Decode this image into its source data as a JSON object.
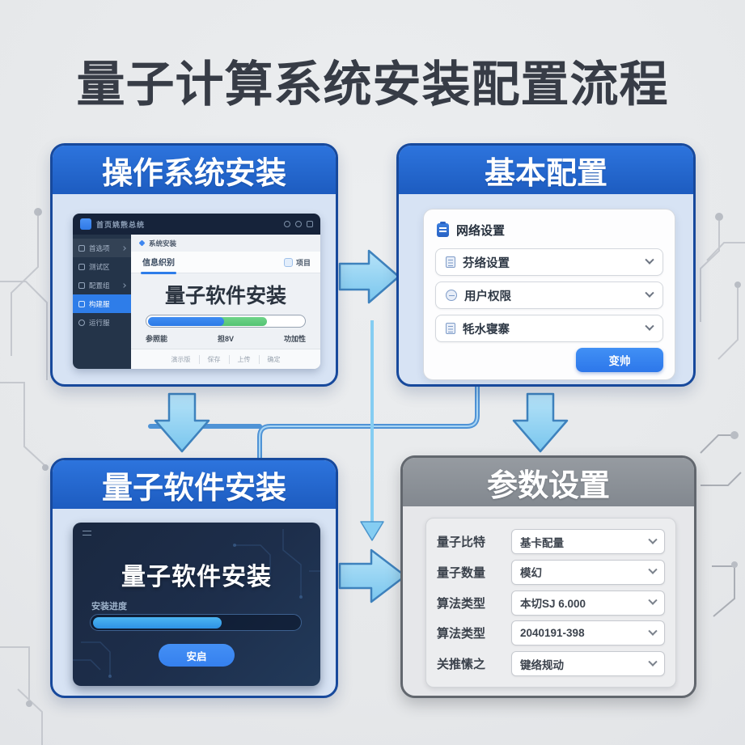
{
  "title": "量子计算系统安装配置流程",
  "os_panel": {
    "header": "操作系统安装",
    "window": {
      "titlebar_title": "首页姚熊总统",
      "sidebar_items": [
        "首选项",
        "测试区",
        "配置组",
        "构建服",
        "运行服"
      ],
      "toolbar_label": "系统安装",
      "tab_label": "信息织别",
      "project_label": "项目",
      "main_title": "量子软件安装",
      "progress_labels": [
        "参照能",
        "担8V",
        "功加性"
      ],
      "footer_links": [
        "演示版",
        "保存",
        "上传",
        "确定"
      ]
    }
  },
  "config_panel": {
    "header": "基本配置",
    "card_title": "网络设置",
    "dropdowns": [
      "芬络设置",
      "用户权限",
      "牦水寝寨"
    ],
    "submit_label": "变帅"
  },
  "software_panel": {
    "header": "量子软件安装",
    "window_title": "量子软件安装",
    "progress_label": "安装进度",
    "button_label": "安启"
  },
  "params_panel": {
    "header": "参数设置",
    "rows": [
      {
        "label": "量子比特",
        "value": "基卡配量"
      },
      {
        "label": "量子数量",
        "value": "模幻"
      },
      {
        "label": "算法类型",
        "value": "本切SJ 6.000"
      },
      {
        "label": "算法类型",
        "value": "2040191-398"
      },
      {
        "label": "关推愫之",
        "value": "键络规动"
      }
    ]
  },
  "progress": {
    "os_blue_pct": 48,
    "os_green_end_pct": 76,
    "software_pct": 61
  },
  "colors": {
    "accent_blue": "#2e7de9",
    "panel_header_blue": "#1d5cc0",
    "panel_header_gray": "#82888f",
    "arrow_fill": "#8fd2f2",
    "progress_green": "#5ec97c",
    "dark_window_bg": "#1d2e4b"
  }
}
